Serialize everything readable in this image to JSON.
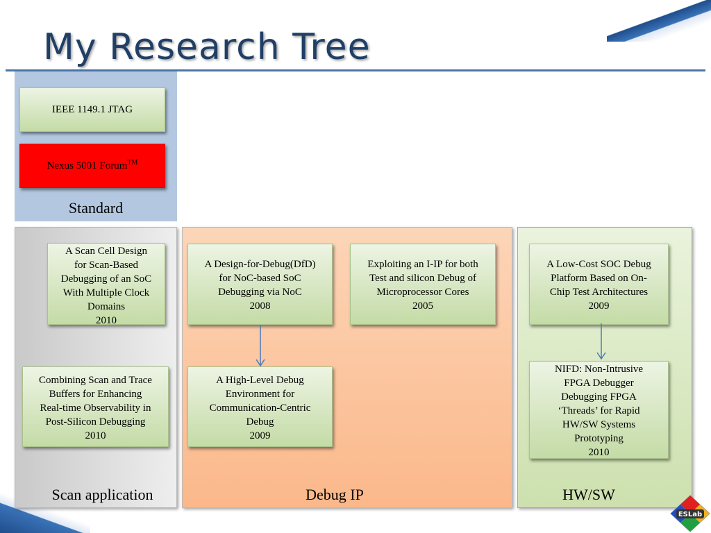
{
  "title": "My Research Tree",
  "colors": {
    "title": "#1f3f66",
    "standard_panel": "#b3c8e0",
    "scan_panel": "#dcdcdc",
    "debug_panel": "#fbc7a0",
    "hwsw_panel": "#dbeac4",
    "box_green": "#d6e6c1",
    "box_red": "#ff0000",
    "arrow": "#4a7ab8"
  },
  "panels": {
    "standard": {
      "label": "Standard"
    },
    "scan": {
      "label": "Scan application"
    },
    "debug": {
      "label": "Debug IP"
    },
    "hwsw": {
      "label": "HW/SW"
    }
  },
  "standard_boxes": {
    "jtag": "IEEE 1149.1 JTAG",
    "nexus": {
      "text": "Nexus 5001 Forum",
      "sup": "TM"
    }
  },
  "scan_boxes": {
    "scan_cell": [
      "A Scan Cell Design",
      "for Scan-Based",
      "Debugging of an SoC",
      "With Multiple Clock",
      "Domains",
      "2010"
    ],
    "combining": [
      "Combining Scan and Trace",
      "Buffers for Enhancing",
      "Real-time Observability in",
      "Post-Silicon Debugging",
      "2010"
    ]
  },
  "debug_boxes": {
    "dfd": [
      "A Design-for-Debug(DfD)",
      "for NoC-based SoC",
      "Debugging via NoC",
      "2008"
    ],
    "iip": [
      "Exploiting an I-IP for both",
      "Test and silicon Debug of",
      "Microprocessor Cores",
      "2005"
    ],
    "highlevel": [
      "A High-Level Debug",
      "Environment for",
      "Communication-Centric",
      "Debug",
      "2009"
    ]
  },
  "hwsw_boxes": {
    "lowcost": [
      "A Low-Cost SOC Debug",
      "Platform Based on On-",
      "Chip Test Architectures",
      "2009"
    ],
    "nifd": [
      "NIFD: Non-Intrusive",
      "FPGA Debugger",
      "Debugging FPGA",
      "‘Threads’ for Rapid",
      "HW/SW Systems",
      "Prototyping",
      "2010"
    ]
  },
  "logo": {
    "text": "ESLab"
  }
}
